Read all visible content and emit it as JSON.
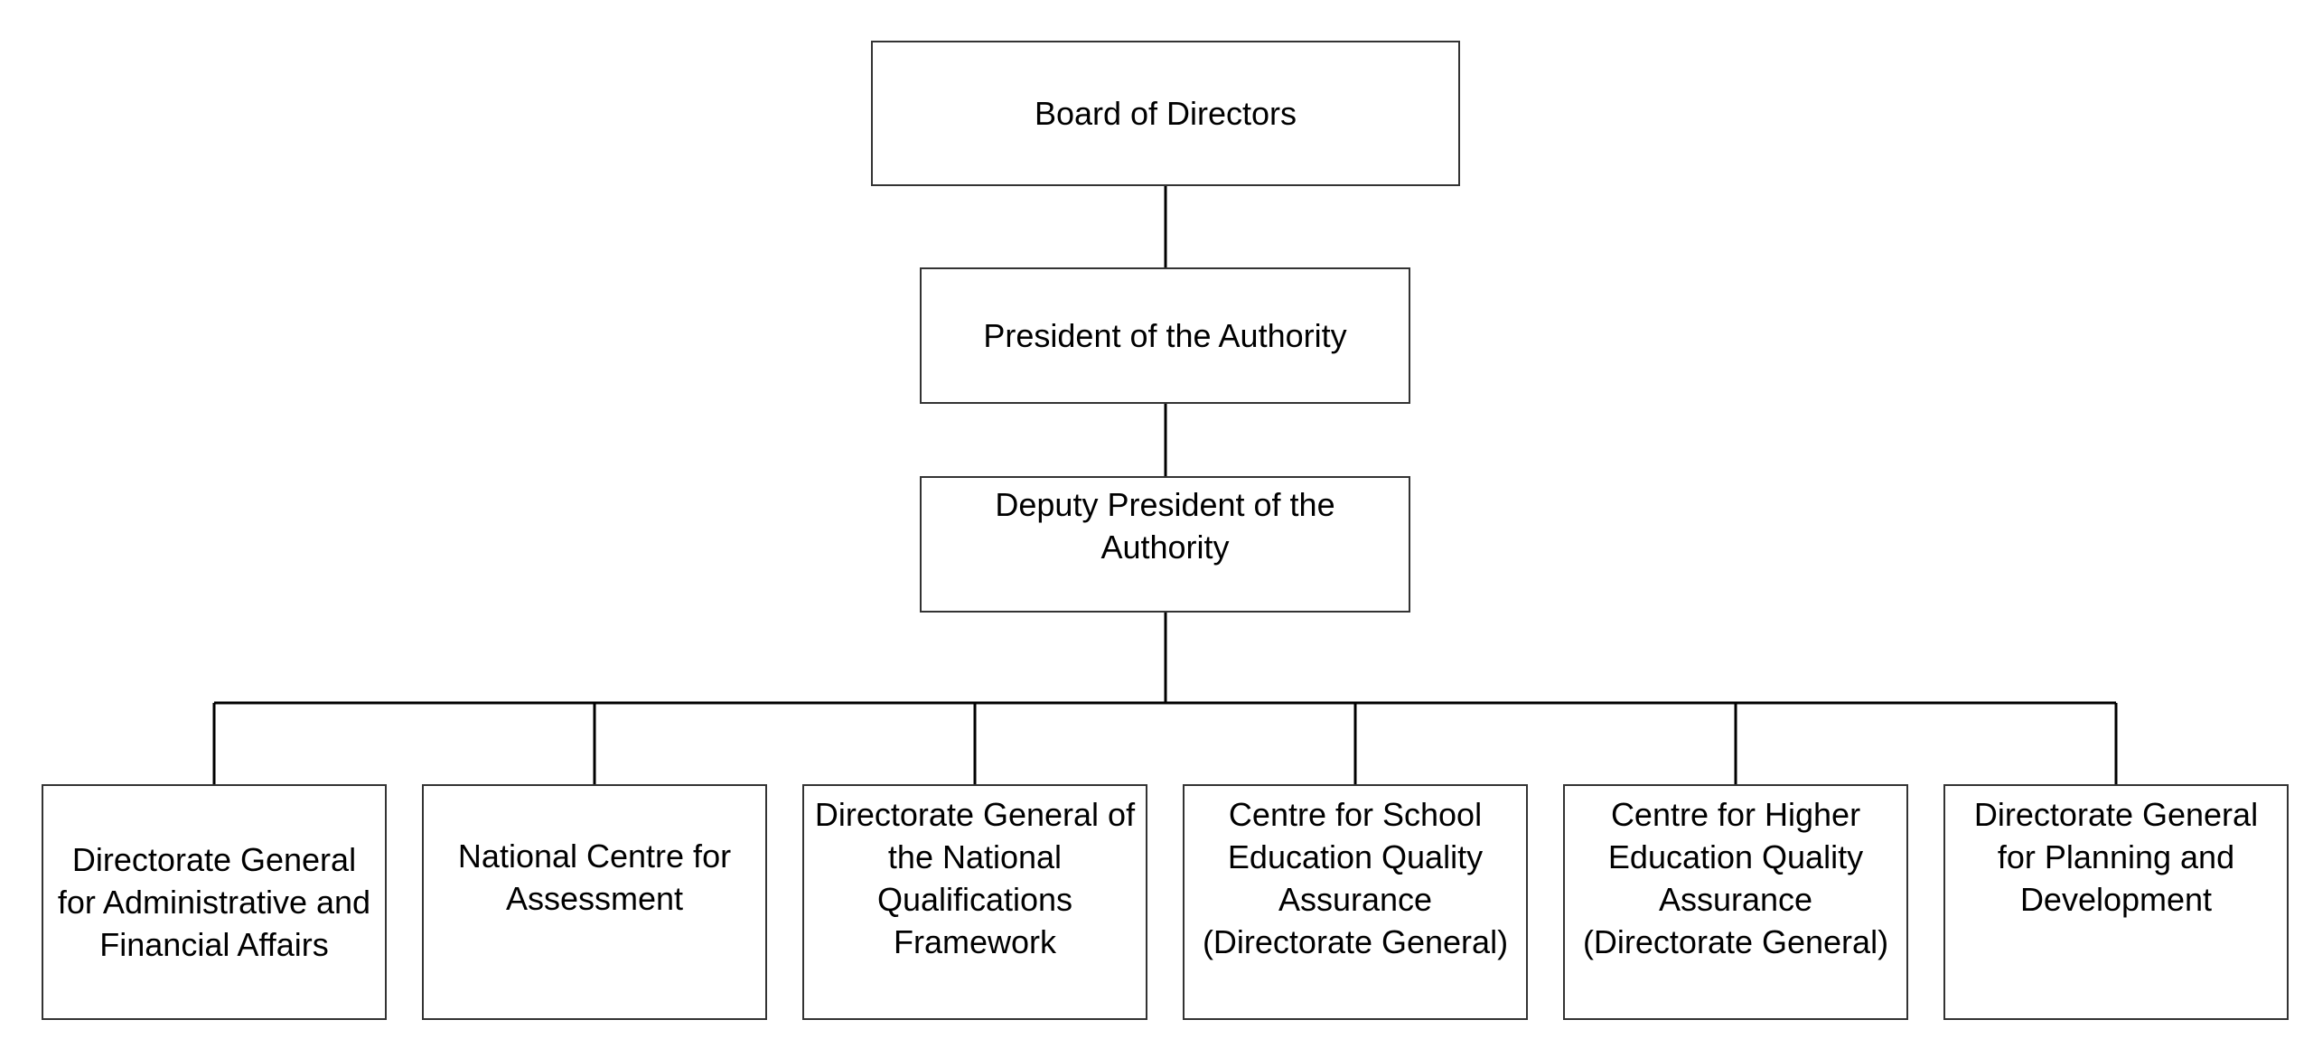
{
  "org_chart": {
    "top": {
      "board": "Board of Directors",
      "president": "President of the Authority",
      "deputy": "Deputy President of the Authority"
    },
    "directorates": [
      "Directorate General for Administrative and Financial Affairs",
      "National Centre for Assessment",
      "Directorate General of the National Qualifications Framework",
      "Centre for School Education Quality Assurance (Directorate General)",
      "Centre for Higher Education Quality Assurance (Directorate General)",
      "Directorate General for Planning and Development"
    ]
  }
}
